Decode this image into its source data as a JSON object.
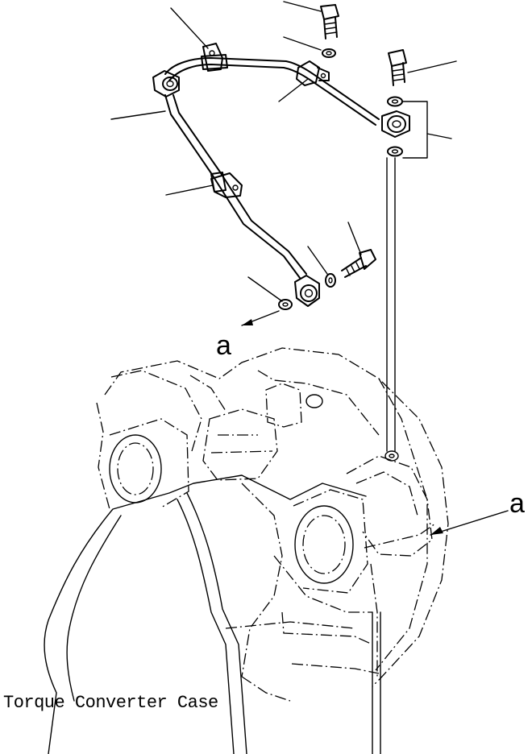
{
  "view_labels": {
    "left": "a",
    "right": "a"
  },
  "caption": "Torque Converter Case"
}
